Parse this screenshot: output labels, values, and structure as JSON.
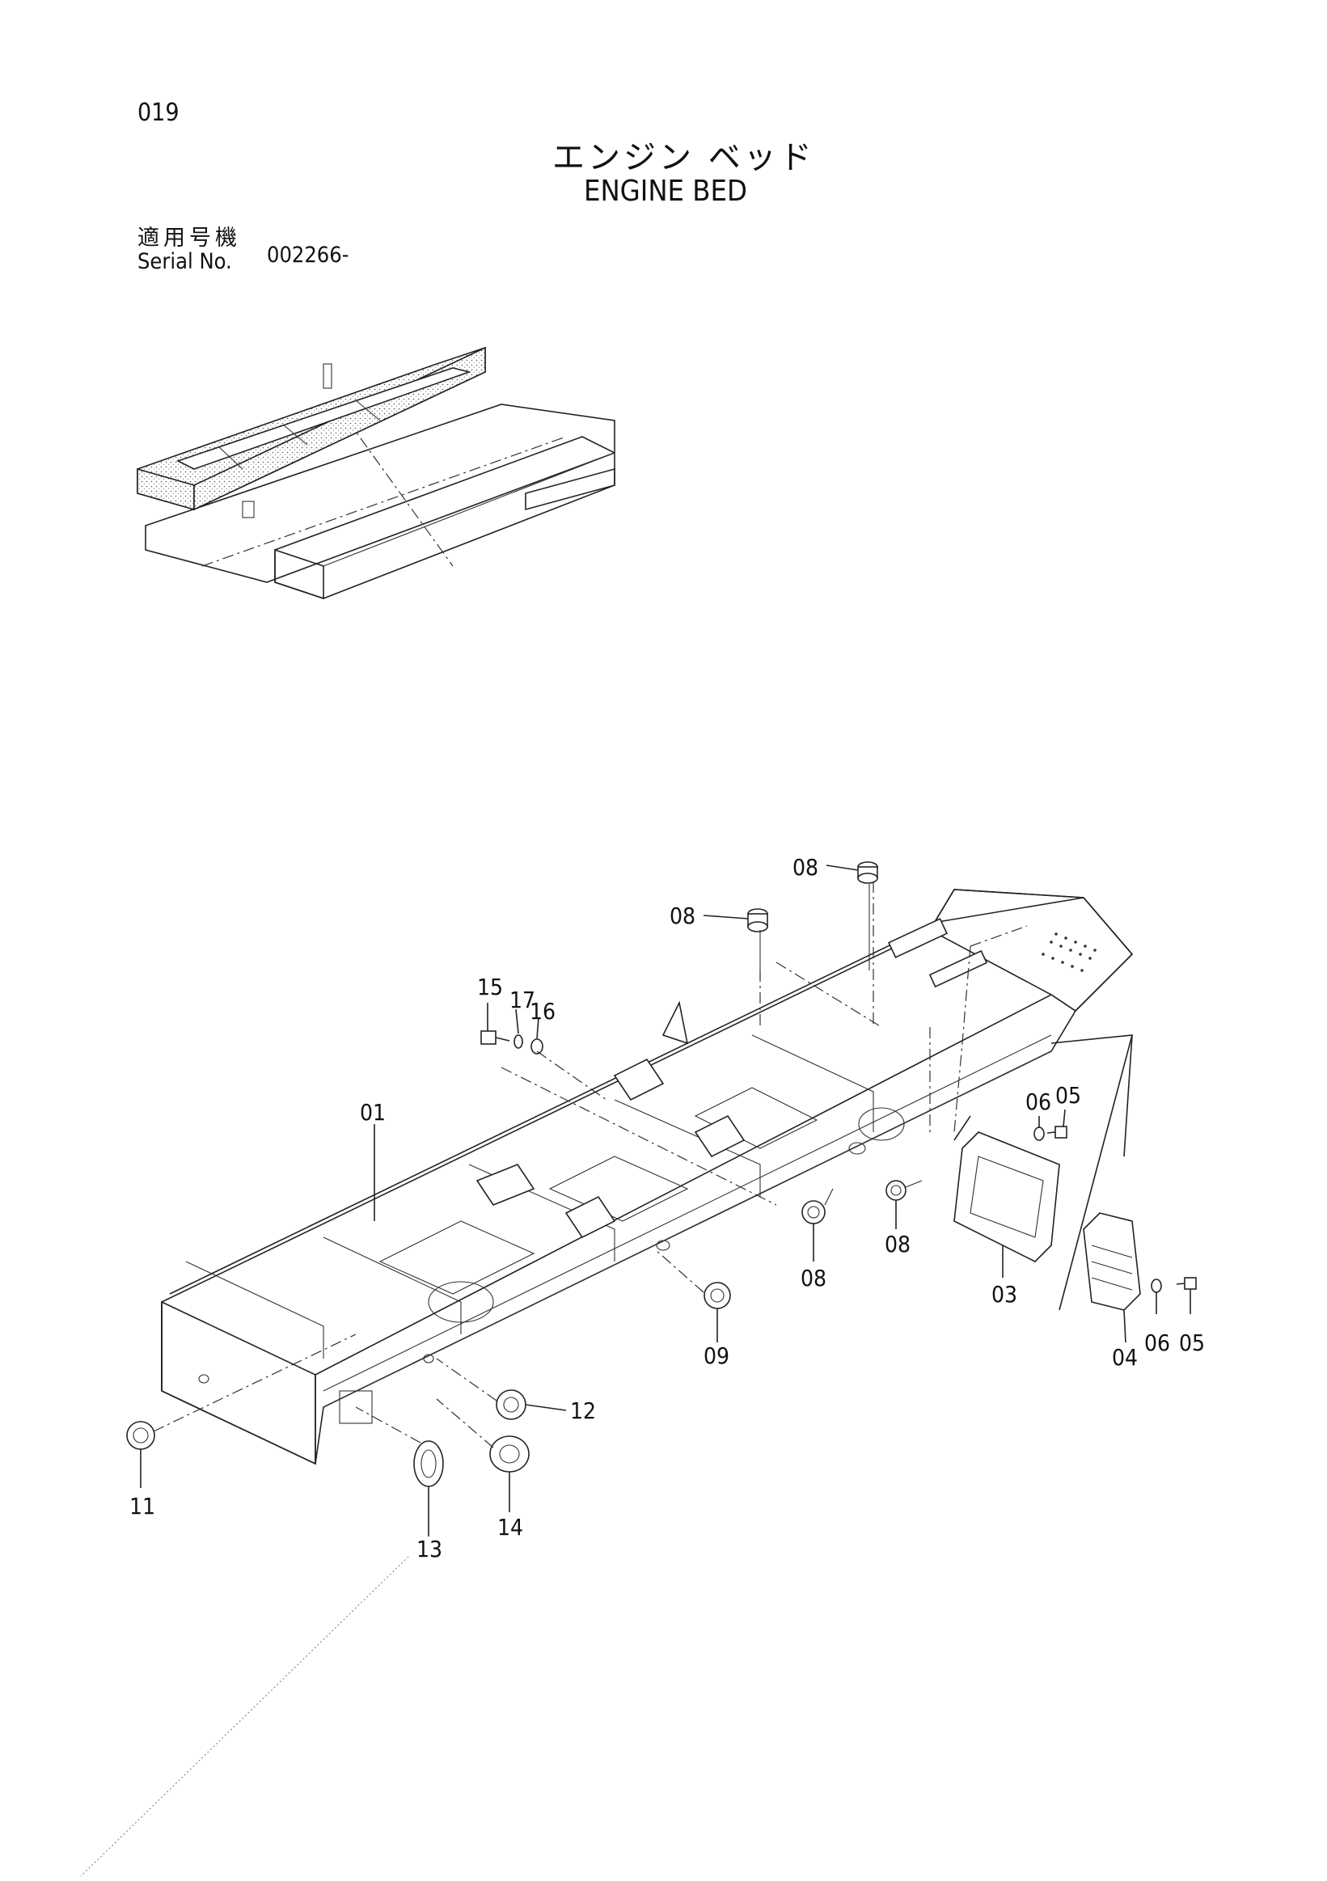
{
  "page": {
    "number": "019",
    "title_ja": "エンジン ベッド",
    "title_en": "ENGINE BED",
    "applicable_label": "適用号機",
    "serial_label": "Serial No.",
    "serial_value": "002266-"
  },
  "callouts": [
    {
      "id": "c-08a",
      "label": "08"
    },
    {
      "id": "c-08b",
      "label": "08"
    },
    {
      "id": "c-15",
      "label": "15"
    },
    {
      "id": "c-17",
      "label": "17"
    },
    {
      "id": "c-16",
      "label": "16"
    },
    {
      "id": "c-01",
      "label": "01"
    },
    {
      "id": "c-06a",
      "label": "06"
    },
    {
      "id": "c-05a",
      "label": "05"
    },
    {
      "id": "c-08c",
      "label": "08"
    },
    {
      "id": "c-08d",
      "label": "08"
    },
    {
      "id": "c-03",
      "label": "03"
    },
    {
      "id": "c-09",
      "label": "09"
    },
    {
      "id": "c-04",
      "label": "04"
    },
    {
      "id": "c-06b",
      "label": "06"
    },
    {
      "id": "c-05b",
      "label": "05"
    },
    {
      "id": "c-12",
      "label": "12"
    },
    {
      "id": "c-11",
      "label": "11"
    },
    {
      "id": "c-13",
      "label": "13"
    },
    {
      "id": "c-14",
      "label": "14"
    }
  ]
}
